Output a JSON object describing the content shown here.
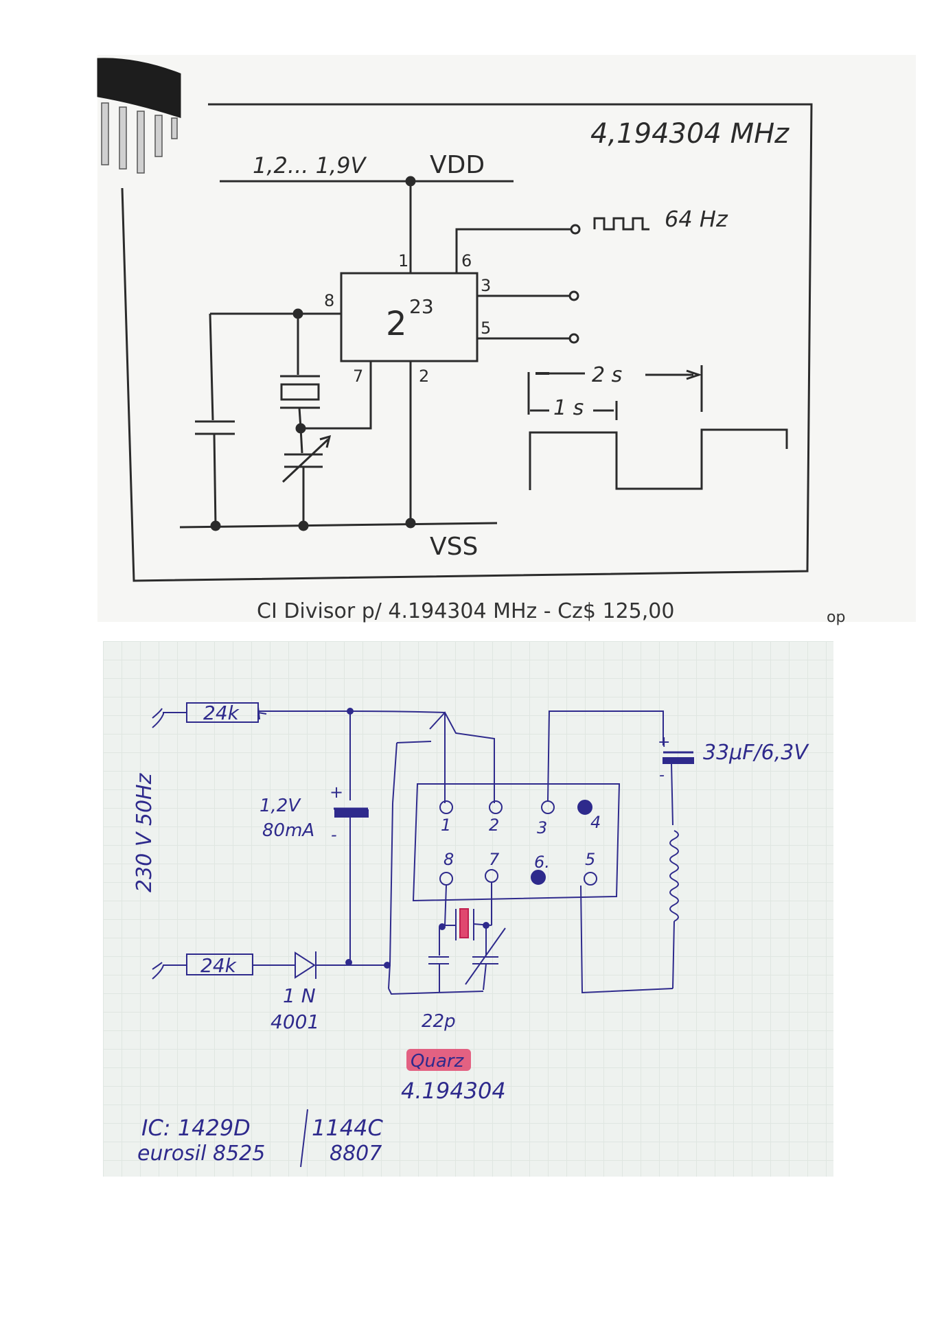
{
  "printed": {
    "frequency_title": "4,194304 MHz",
    "voltage_range": "1,2... 1,9V",
    "vdd": "VDD",
    "vss": "VSS",
    "output_freq": "64 Hz",
    "divider": "2",
    "divider_exp": "23",
    "pins": [
      "1",
      "6",
      "3",
      "5",
      "8",
      "7",
      "2"
    ],
    "period_2s": "2 s",
    "period_1s": "1 s",
    "caption": "CI Divisor p/ 4.194304 MHz - Cz$ 125,00",
    "corner_text": "op"
  },
  "handwritten": {
    "res_top": "24k",
    "res_bottom": "24k",
    "mains": "230 V 50Hz",
    "battery_v": "1,2V",
    "battery_c": "80mA",
    "battery_plus": "+",
    "battery_minus": "-",
    "diode_a": "1 N",
    "diode_b": "4001",
    "cap": "33μF/6,3V",
    "cap_plus": "+",
    "cap_minus": "-",
    "pins_top": [
      "1",
      "2",
      "3",
      "4"
    ],
    "pins_bottom": [
      "8",
      "7",
      "6.",
      "5"
    ],
    "trim_cap": "22p",
    "quartz": "Quarz",
    "quartz_freq": "4.194304",
    "ic_a": "IC: 1429D",
    "ic_b": "1144C",
    "maker_a": "eurosil 8525",
    "maker_b": "8807"
  },
  "colors": {
    "ink_print": "#2b2b2b",
    "ink_pen": "#2e2a8c",
    "highlight": "#e0486f"
  }
}
